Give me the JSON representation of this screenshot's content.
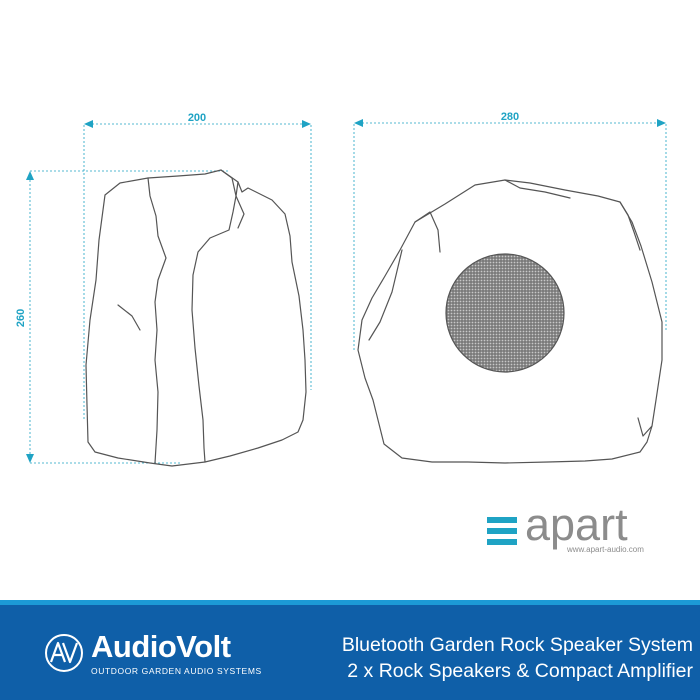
{
  "diagram": {
    "dimension_labels": {
      "small_width": "200",
      "large_width": "280",
      "height": "260"
    }
  },
  "apart_logo": {
    "word": "apart",
    "url": "www.apart-audio.com"
  },
  "footer": {
    "brand_name": "AudioVolt",
    "brand_tagline": "OUTDOOR GARDEN AUDIO SYSTEMS",
    "product_line_1": "Bluetooth Garden Rock Speaker System",
    "product_line_2": "2 x Rock Speakers & Compact Amplifier"
  },
  "colors": {
    "dimension_accent": "#1fa3c4",
    "outline": "#555555",
    "apart_grey": "#8c8c8c",
    "apart_blue": "#1fa3c4",
    "footer_band": "#0f5fa8",
    "footer_stripe": "#1c9ad6",
    "grille": "#6a6a6a"
  },
  "icons": {
    "brand_icon": "audiovolt-av-logo-icon",
    "apart_icon": "apart-bars-icon"
  }
}
